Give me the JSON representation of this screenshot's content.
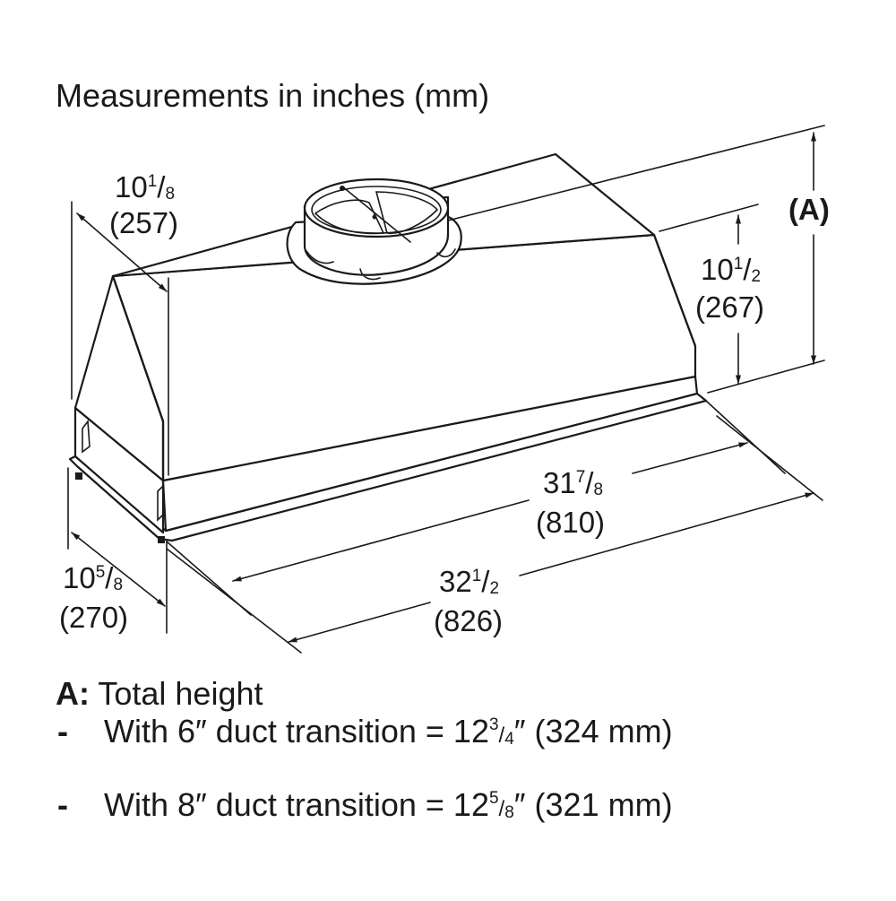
{
  "title": "Measurements in inches (mm)",
  "dimensions": {
    "depth_top": {
      "whole": "10",
      "num": "1",
      "den": "8",
      "mm": "(257)"
    },
    "height": {
      "whole": "10",
      "num": "1",
      "den": "2",
      "mm": "(267)"
    },
    "total_height": {
      "label": "(A)"
    },
    "width_inner": {
      "whole": "31",
      "num": "7",
      "den": "8",
      "mm": "(810)"
    },
    "width_outer": {
      "whole": "32",
      "num": "1",
      "den": "2",
      "mm": "(826)"
    },
    "depth_bottom": {
      "whole": "10",
      "num": "5",
      "den": "8",
      "mm": "(270)"
    }
  },
  "notes": {
    "a_key": "A:",
    "a_text": " Total height",
    "items": [
      {
        "bullet": "-",
        "pre": "With 6″ duct transition = 12",
        "num": "3",
        "den": "4",
        "post": "″ (324 mm)"
      },
      {
        "bullet": "-",
        "pre": "With 8″ duct transition = 12",
        "num": "5",
        "den": "8",
        "post": "″ (321 mm)"
      }
    ]
  }
}
